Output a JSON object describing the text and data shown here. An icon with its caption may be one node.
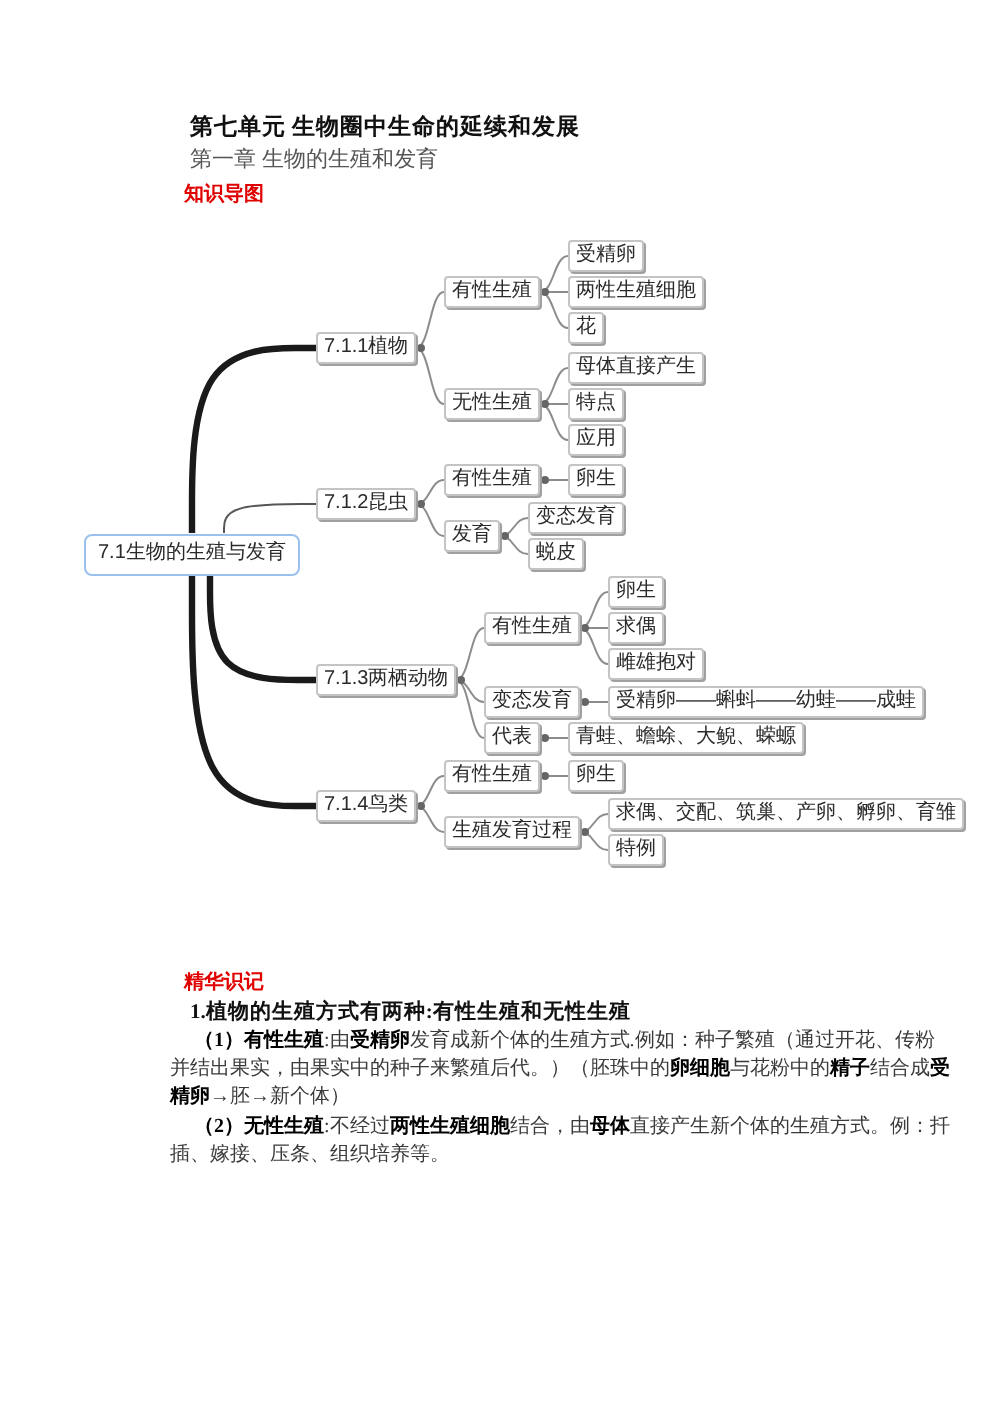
{
  "diagram": {
    "title": "第七单元 生物圈中生命的延续和发展",
    "nodes": [
      {
        "text": [
          "7.1生物的生殖与发育"
        ]
      },
      {
        "text": [
          "7.1.1植物"
        ]
      },
      {
        "text": [
          "有性生殖"
        ]
      },
      {
        "text": [
          "受精卵"
        ]
      },
      {
        "text": [
          "两性生殖细胞"
        ]
      },
      {
        "text": [
          "花"
        ]
      },
      {
        "text": [
          "无性生殖"
        ]
      },
      {
        "text": [
          "母体直接产生"
        ]
      },
      {
        "text": [
          "特点"
        ]
      },
      {
        "text": [
          "应用"
        ]
      },
      {
        "text": [
          "7.1.2昆虫"
        ]
      },
      {
        "text": [
          "有性生殖"
        ]
      },
      {
        "text": [
          "卵生"
        ]
      },
      {
        "text": [
          "发育"
        ]
      },
      {
        "text": [
          "变态发育"
        ]
      },
      {
        "text": [
          "蜕皮"
        ]
      },
      {
        "text": [
          "7.1.3两栖动物"
        ]
      },
      {
        "text": [
          "有性生殖"
        ]
      },
      {
        "text": [
          "卵生"
        ]
      },
      {
        "text": [
          "求偶"
        ]
      },
      {
        "text": [
          "雌雄抱对"
        ]
      },
      {
        "text": [
          "变态发育"
        ]
      },
      {
        "text": [
          "受精卵——蝌蚪——幼蛙——成蛙"
        ]
      },
      {
        "text": [
          "代表"
        ]
      },
      {
        "text": [
          "青蛙、蟾蜍、大鲵、蝾螈"
        ]
      },
      {
        "text": [
          "7.1.4鸟类"
        ]
      },
      {
        "text": [
          "有性生殖"
        ]
      },
      {
        "text": [
          "卵生"
        ]
      },
      {
        "text": [
          "生殖发育过程"
        ]
      },
      {
        "text": [
          "求偶、交配、筑巢、产卵、孵卵、育雏"
        ]
      },
      {
        "text": [
          "特例"
        ]
      }
    ],
    "edges": [
      {
        "from": 0,
        "to": 1,
        "arrow": "none",
        "style": "thick",
        "color": "#1a1a1a"
      },
      {
        "from": 0,
        "to": 10,
        "arrow": "none",
        "color": "#555555"
      },
      {
        "from": 0,
        "to": 16,
        "arrow": "none",
        "style": "thick",
        "color": "#1a1a1a"
      },
      {
        "from": 0,
        "to": 25,
        "arrow": "none",
        "style": "thick",
        "color": "#1a1a1a"
      },
      {
        "from": 1,
        "to": 2,
        "arrow": "none"
      },
      {
        "from": 1,
        "to": 6,
        "arrow": "none"
      },
      {
        "from": 2,
        "to": 3,
        "arrow": "none"
      },
      {
        "from": 2,
        "to": 4,
        "arrow": "none"
      },
      {
        "from": 2,
        "to": 5,
        "arrow": "none"
      },
      {
        "from": 6,
        "to": 7,
        "arrow": "none"
      },
      {
        "from": 6,
        "to": 8,
        "arrow": "none"
      },
      {
        "from": 6,
        "to": 9,
        "arrow": "none"
      },
      {
        "from": 10,
        "to": 11,
        "arrow": "none"
      },
      {
        "from": 10,
        "to": 13,
        "arrow": "none"
      },
      {
        "from": 11,
        "to": 12,
        "arrow": "none"
      },
      {
        "from": 13,
        "to": 14,
        "arrow": "none"
      },
      {
        "from": 13,
        "to": 15,
        "arrow": "none"
      },
      {
        "from": 16,
        "to": 17,
        "arrow": "none"
      },
      {
        "from": 16,
        "to": 21,
        "arrow": "none"
      },
      {
        "from": 16,
        "to": 23,
        "arrow": "none"
      },
      {
        "from": 17,
        "to": 18,
        "arrow": "none"
      },
      {
        "from": 17,
        "to": 19,
        "arrow": "none"
      },
      {
        "from": 17,
        "to": 20,
        "arrow": "none"
      },
      {
        "from": 21,
        "to": 22,
        "arrow": "none"
      },
      {
        "from": 23,
        "to": 24,
        "arrow": "none"
      },
      {
        "from": 25,
        "to": 26,
        "arrow": "none"
      },
      {
        "from": 25,
        "to": 28,
        "arrow": "none"
      },
      {
        "from": 26,
        "to": 27,
        "arrow": "none"
      },
      {
        "from": 28,
        "to": 29,
        "arrow": "none"
      },
      {
        "from": 28,
        "to": 30,
        "arrow": "none"
      }
    ],
    "labels": [
      "第一章 生物的生殖和发育",
      "知识导图",
      "精华识记",
      "1.植物的生殖方式有两种:有性生殖和无性生殖",
      "**（1）有性生殖**:由**受精卵**发育成新个体的生殖方式.例如：种子繁殖（通过开花、传粉并结出果实，由果实中的种子来繁殖后代。）（胚珠中的**卵细胞**与花粉中的**精子**结合成**受精卵**→胚→新个体）",
      "**（2）无性生殖**:不经过**两性生殖细胞**结合，由**母体**直接产生新个体的生殖方式。例：扦插、嫁接、压条、组织培养等。"
    ]
  }
}
